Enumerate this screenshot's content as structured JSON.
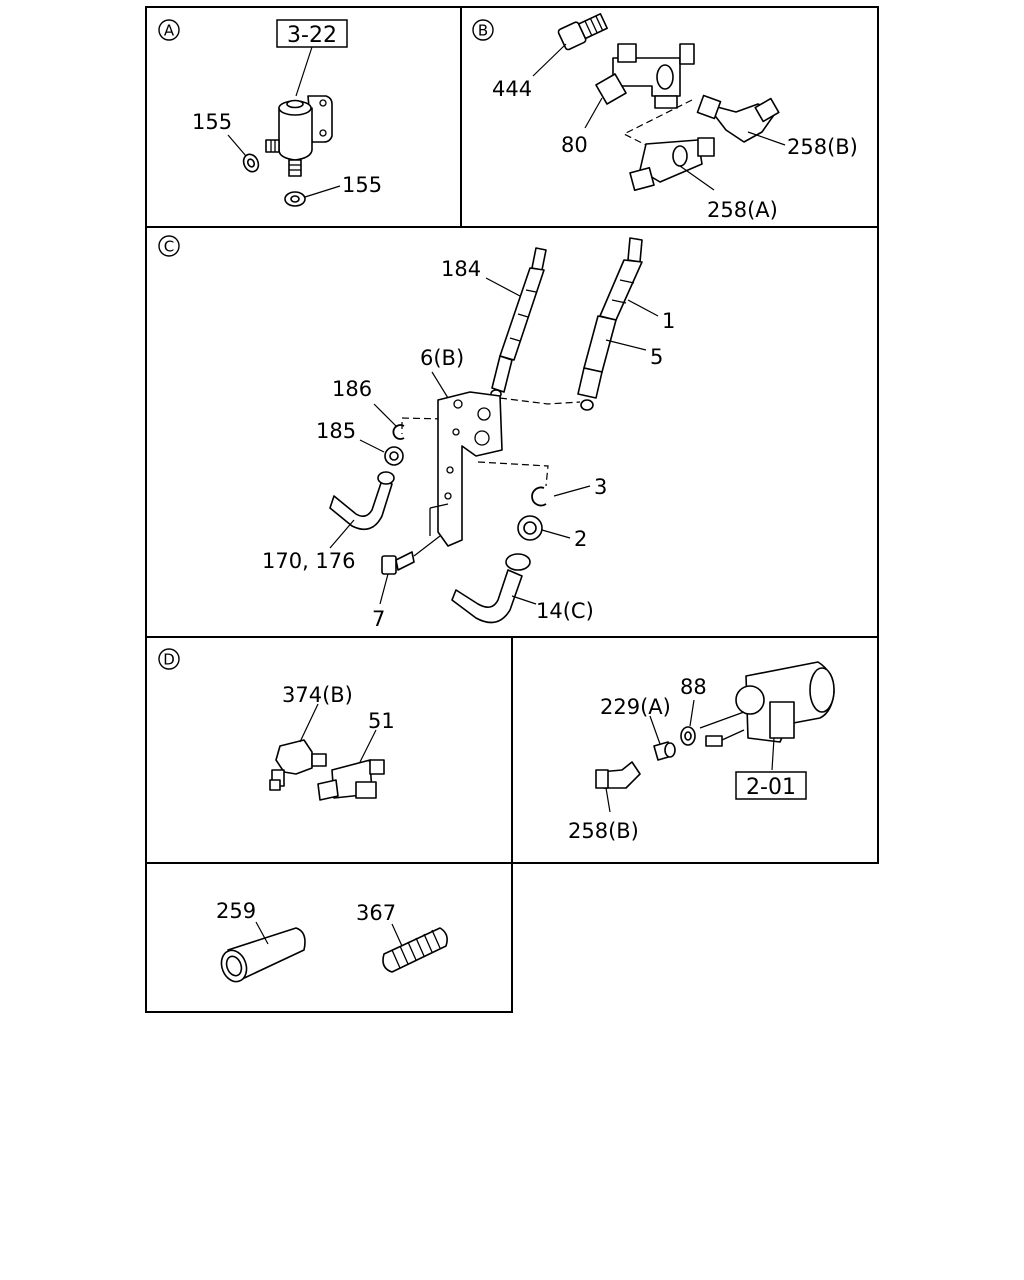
{
  "sections": {
    "a": "A",
    "b": "B",
    "c": "C",
    "d": "D"
  },
  "labels": {
    "ref_3_22": "3-22",
    "p155_upper": "155",
    "p155_lower": "155",
    "p444": "444",
    "p80": "80",
    "p258b_top": "258(B)",
    "p258a": "258(A)",
    "p184": "184",
    "p1": "1",
    "p5": "5",
    "p6b": "6(B)",
    "p186": "186",
    "p185": "185",
    "p3": "3",
    "p2": "2",
    "p170_176": "170, 176",
    "p7": "7",
    "p14c": "14(C)",
    "p374b": "374(B)",
    "p51": "51",
    "p229a": "229(A)",
    "p88": "88",
    "ref_2_01": "2-01",
    "p258b_bottom": "258(B)",
    "p259": "259",
    "p367": "367"
  }
}
